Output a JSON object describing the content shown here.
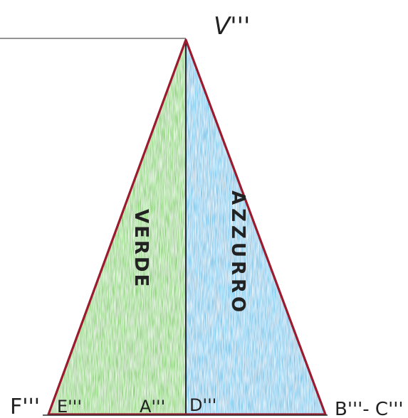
{
  "diagram": {
    "vertex_label": "V'''",
    "base_labels": {
      "f": "F'''",
      "e": "E'''",
      "a": "A'''",
      "d": "D'''",
      "bc": "B'''- C'''"
    },
    "left_region_text": "VERDE",
    "right_region_text": "AZZURRO",
    "colors": {
      "left_fill": "#8fd67a",
      "right_fill": "#7cc9ec",
      "outline": "#9c1a2e",
      "axis": "#2b2b2b",
      "construction_line": "#555555",
      "ink": "#222222"
    }
  }
}
